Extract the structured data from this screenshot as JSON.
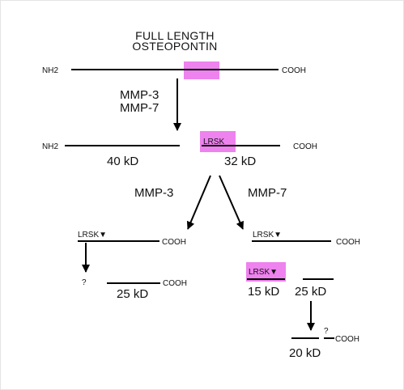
{
  "title": {
    "line1": "FULL LENGTH",
    "line2": "OSTEOPONTIN"
  },
  "colors": {
    "highlight": "#ee82ee",
    "line": "#000000",
    "text": "#111111"
  },
  "terminals": {
    "n": "NH2",
    "c": "COOH"
  },
  "enzymes": {
    "mmp3": "MMP-3",
    "mmp7": "MMP-7"
  },
  "motif": "LRSK",
  "motif_cleaved": "LRSK▼",
  "unknown": "?",
  "sizes": {
    "kd40": "40 kD",
    "kd32": "32 kD",
    "kd25": "25 kD",
    "kd15": "15 kD",
    "kd20": "20 kD"
  }
}
